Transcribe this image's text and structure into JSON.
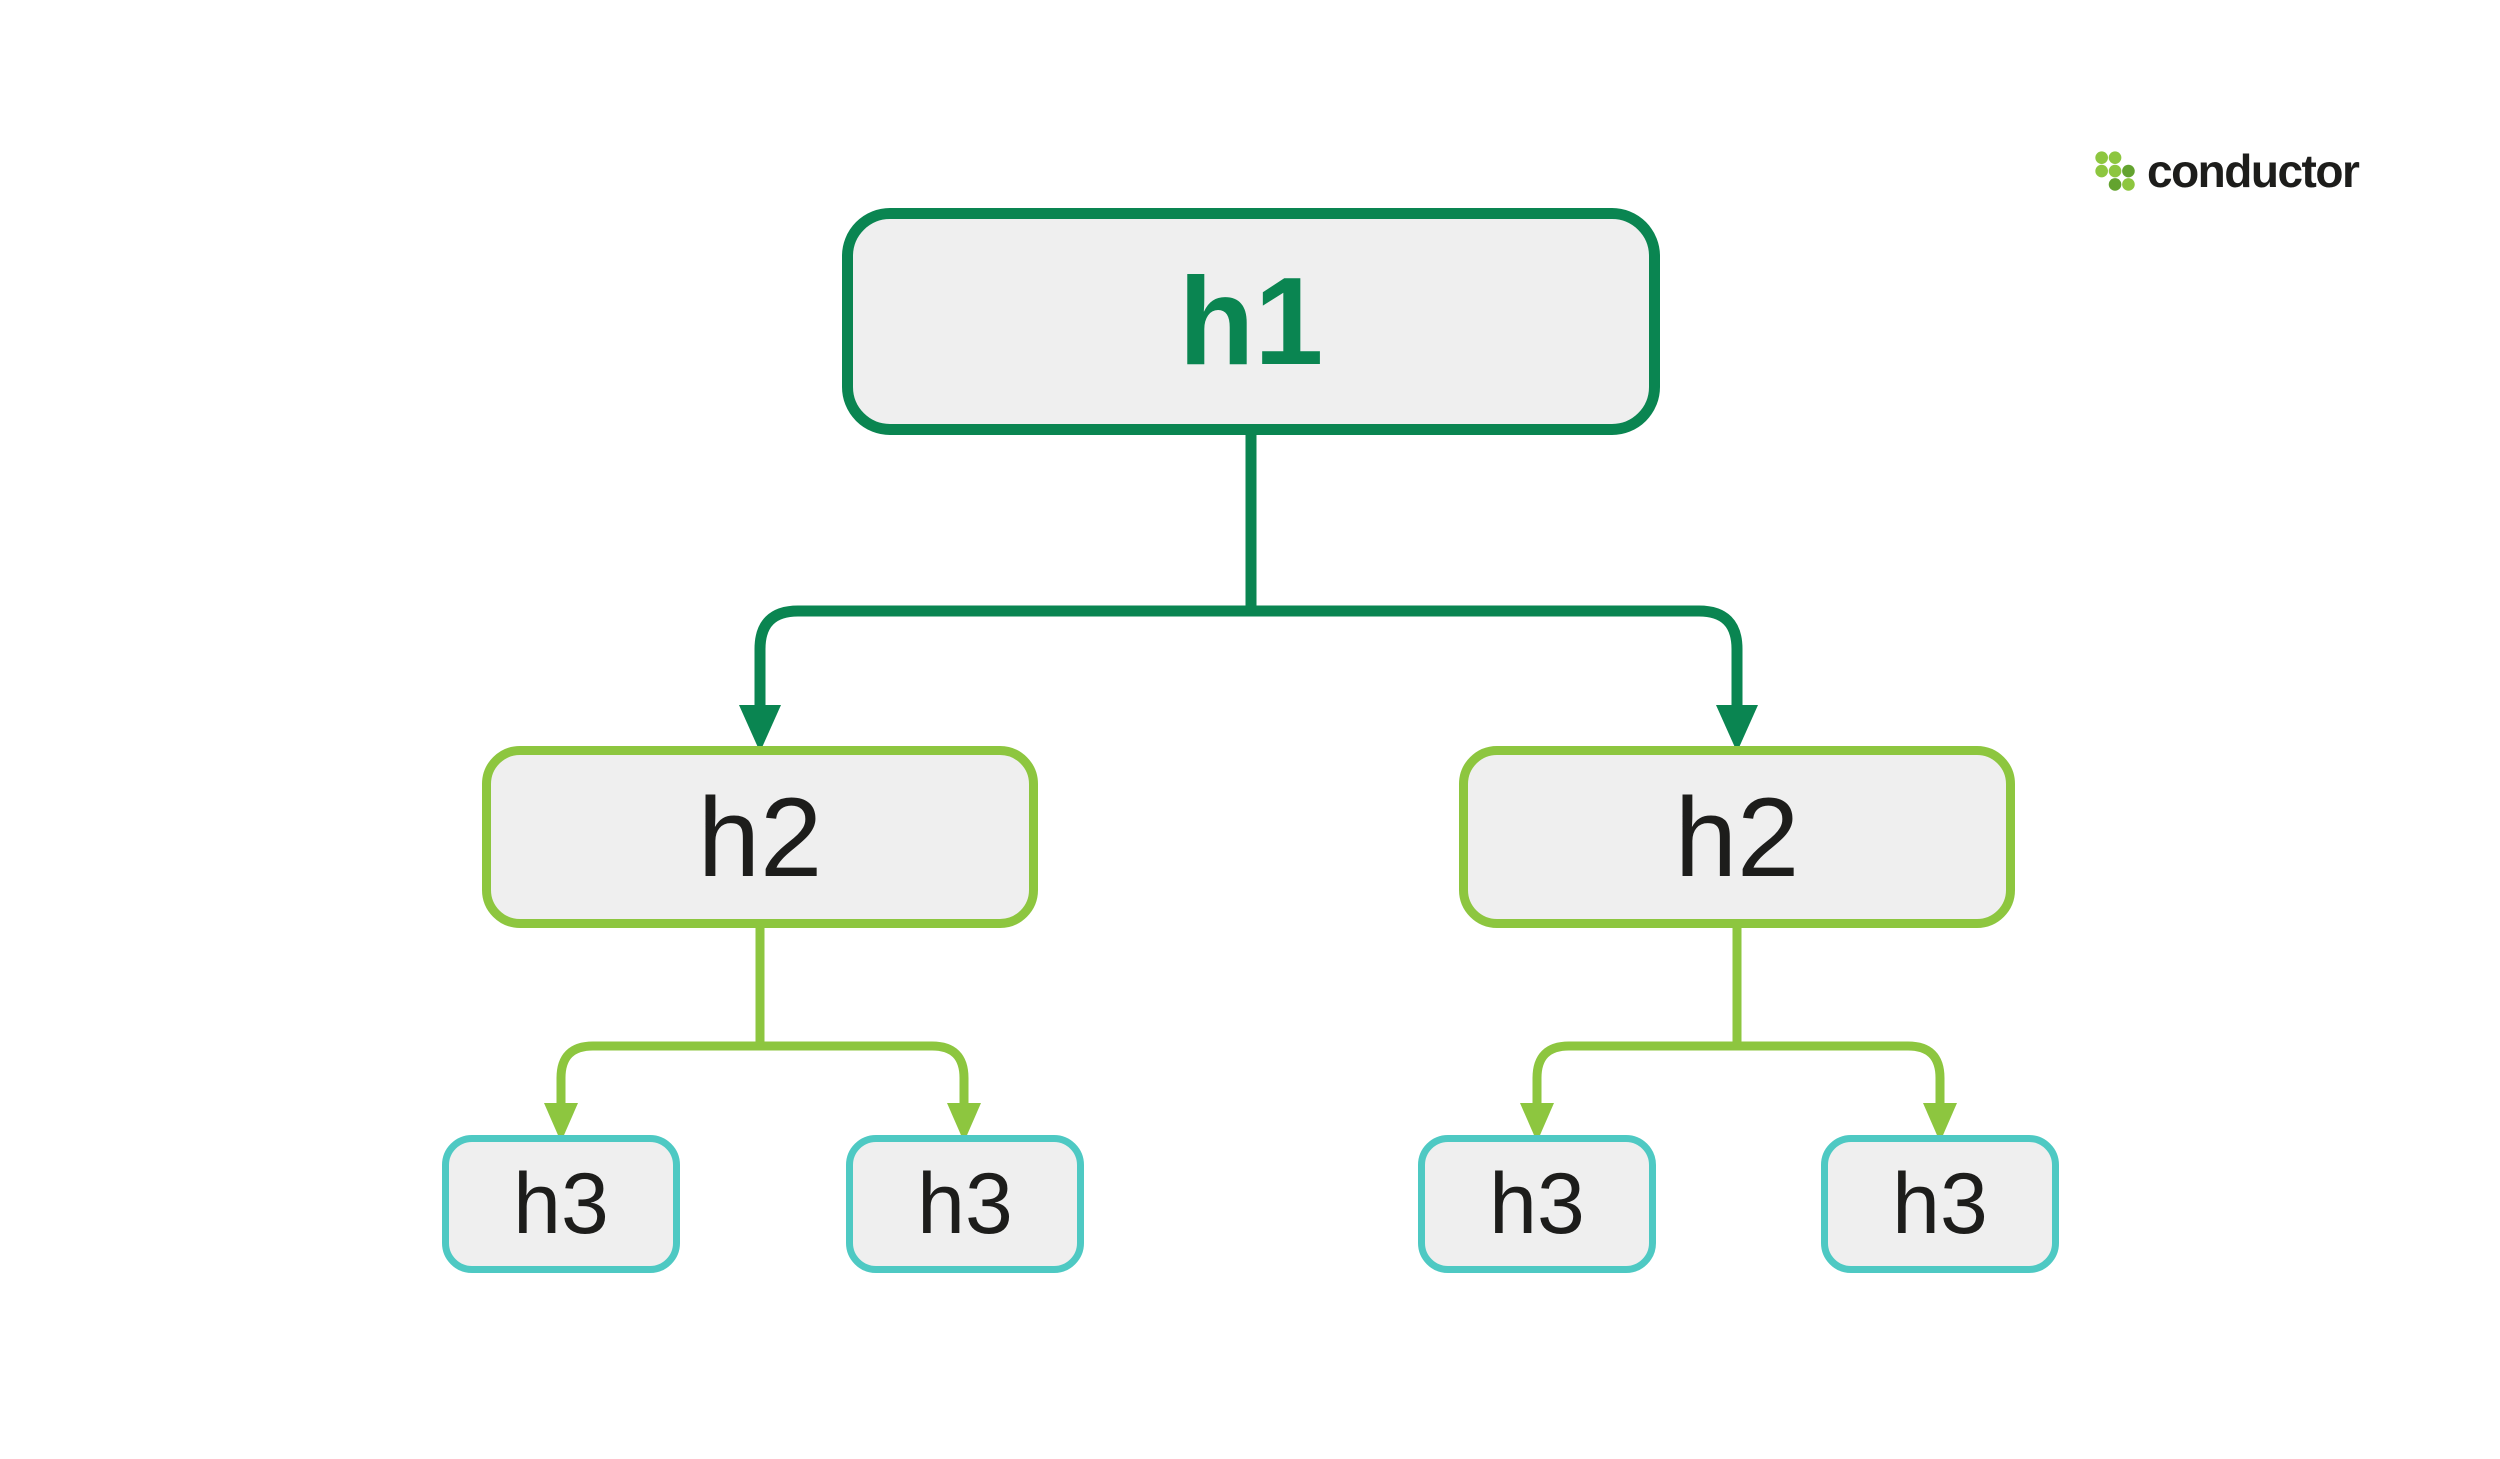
{
  "colors": {
    "green-dark": "#0a8551",
    "green-lime": "#8dc63f",
    "teal": "#4ec9c3",
    "node-fill": "#efefef",
    "text-dark": "#1d1d1b",
    "logo-dot-dark": "#63a32f",
    "page-bg": "#ffffff"
  },
  "brand": {
    "name": "conductor"
  },
  "diagram": {
    "kind": "tree",
    "description": "HTML heading hierarchy: one h1 branching to two h2, each h2 branching to two h3",
    "nodes": {
      "h1": {
        "label": "h1",
        "level": 1,
        "border_color": "#0a8551",
        "label_color": "#0a8551"
      },
      "h2_left": {
        "label": "h2",
        "level": 2,
        "border_color": "#8dc63f",
        "label_color": "#1d1d1b"
      },
      "h2_right": {
        "label": "h2",
        "level": 2,
        "border_color": "#8dc63f",
        "label_color": "#1d1d1b"
      },
      "h3_a": {
        "label": "h3",
        "level": 3,
        "border_color": "#4ec9c3",
        "label_color": "#1d1d1b"
      },
      "h3_b": {
        "label": "h3",
        "level": 3,
        "border_color": "#4ec9c3",
        "label_color": "#1d1d1b"
      },
      "h3_c": {
        "label": "h3",
        "level": 3,
        "border_color": "#4ec9c3",
        "label_color": "#1d1d1b"
      },
      "h3_d": {
        "label": "h3",
        "level": 3,
        "border_color": "#4ec9c3",
        "label_color": "#1d1d1b"
      }
    },
    "edges": [
      {
        "from": "h1",
        "to": "h2_left",
        "color": "#0a8551"
      },
      {
        "from": "h1",
        "to": "h2_right",
        "color": "#0a8551"
      },
      {
        "from": "h2_left",
        "to": "h3_a",
        "color": "#8dc63f"
      },
      {
        "from": "h2_left",
        "to": "h3_b",
        "color": "#8dc63f"
      },
      {
        "from": "h2_right",
        "to": "h3_c",
        "color": "#8dc63f"
      },
      {
        "from": "h2_right",
        "to": "h3_d",
        "color": "#8dc63f"
      }
    ]
  }
}
